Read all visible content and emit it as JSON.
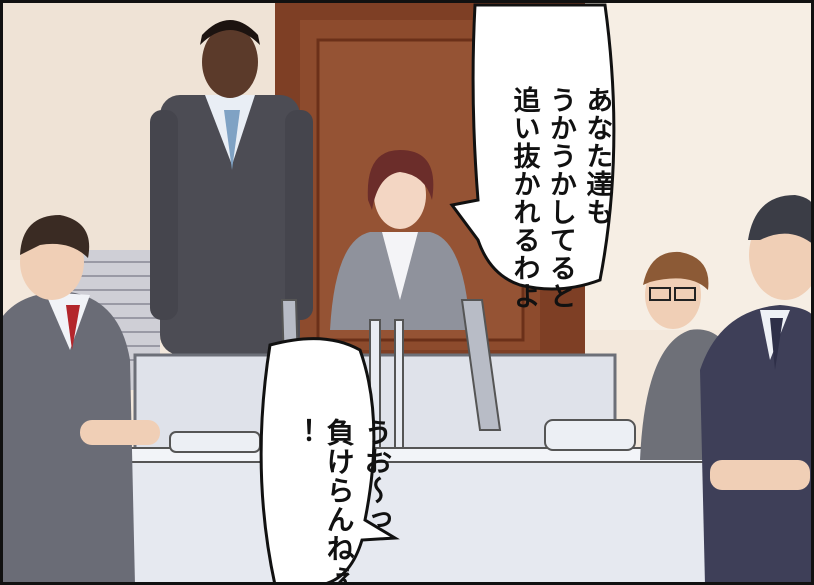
{
  "speech_bubble_1": {
    "lines": [
      "あなた達も",
      "うかうかしてると",
      "追い抜かれるわよ"
    ]
  },
  "speech_bubble_2": {
    "lines": [
      "うお〜っ",
      "負けらんねぇ",
      "！"
    ]
  },
  "colors": {
    "wall": "#f3e8dc",
    "door": "#8a4a2e",
    "suit_dark": "#4a4a52",
    "suit_grey": "#7d7f88",
    "desk": "#e6e9f0",
    "bubble_outline": "#111111"
  }
}
